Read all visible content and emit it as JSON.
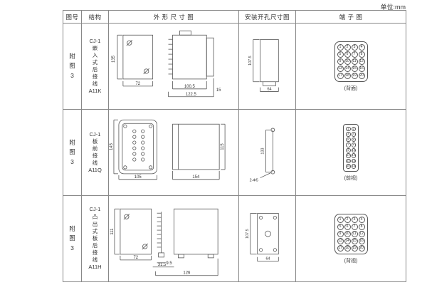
{
  "unit_label": "单位:mm",
  "headers": [
    "图号",
    "结构",
    "外 形 尺 寸 图",
    "安装开孔尺寸图",
    "端 子 图"
  ],
  "rows": [
    {
      "fig": "附\n图\n3",
      "structure": "CJ-1\n嵌\n入\n式\n后\n接\n线\nA11K",
      "outline": {
        "d1": "135",
        "d2": "72",
        "d3": "100.5",
        "d4": "122.5",
        "d5": "15"
      },
      "mount": {
        "d1": "107.5",
        "d2": "64"
      },
      "terminal": {
        "label": "(背面)"
      }
    },
    {
      "fig": "附\n图\n3",
      "structure": "CJ-1\n板\n前\n接\n线\nA11Q",
      "outline": {
        "d1": "145",
        "d2": "105",
        "d3": "154",
        "d4": "115"
      },
      "mount": {
        "d1": "133",
        "d2": "2-Φ5"
      },
      "terminal": {
        "label": "(前视)"
      }
    },
    {
      "fig": "附\n图\n3",
      "structure": "CJ-1\n凸\n出\n式\n板\n后\n接\n线\nA11H",
      "outline": {
        "d1": "111",
        "d2": "72",
        "d3": "9.5",
        "d4": "31.5",
        "d5": "126"
      },
      "mount": {
        "d1": "107.5",
        "d2": "64"
      },
      "terminal": {
        "label": "(背视)"
      }
    }
  ],
  "terminal_grids": [
    {
      "rows": 5,
      "cols": 4,
      "small": false
    },
    {
      "rows": 8,
      "cols": 2,
      "small": true
    },
    {
      "rows": 5,
      "cols": 4,
      "small": false
    }
  ]
}
